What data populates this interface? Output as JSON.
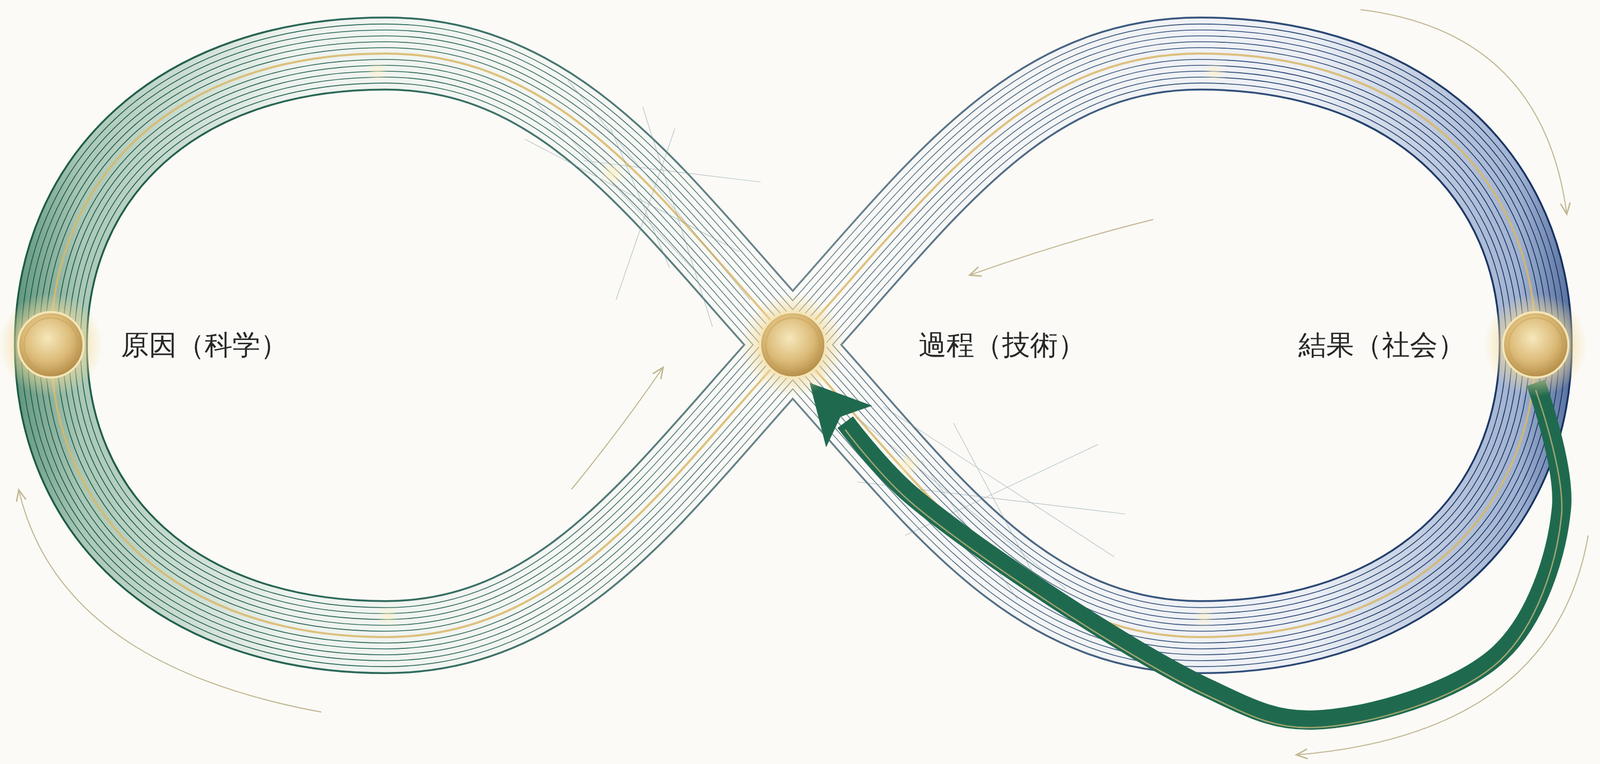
{
  "diagram": {
    "nodes": [
      {
        "text": [
          "原因（科学）"
        ]
      },
      {
        "text": [
          "過程（技術）"
        ]
      },
      {
        "text": [
          "結果（社会）"
        ]
      }
    ],
    "edges": [
      {
        "from": 2,
        "to": 1,
        "arrow": "to"
      }
    ]
  }
}
